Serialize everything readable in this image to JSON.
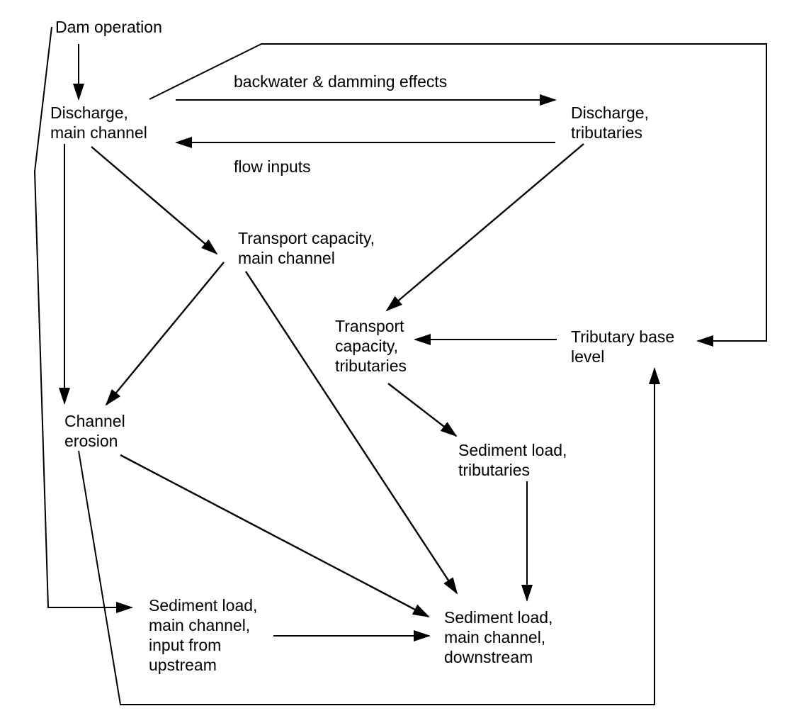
{
  "nodes": {
    "dam_operation": {
      "lines": [
        "Dam operation"
      ]
    },
    "discharge_main": {
      "lines": [
        "Discharge,",
        "main channel"
      ]
    },
    "discharge_trib": {
      "lines": [
        "Discharge,",
        "tributaries"
      ]
    },
    "transport_main": {
      "lines": [
        "Transport capacity,",
        "main channel"
      ]
    },
    "transport_trib": {
      "lines": [
        "Transport",
        "capacity,",
        "tributaries"
      ]
    },
    "trib_base": {
      "lines": [
        "Tributary base",
        "level"
      ]
    },
    "channel_erosion": {
      "lines": [
        "Channel",
        "erosion"
      ]
    },
    "sed_trib": {
      "lines": [
        "Sediment load,",
        "tributaries"
      ]
    },
    "sed_upstream": {
      "lines": [
        "Sediment load,",
        "main channel,",
        "input from",
        "upstream"
      ]
    },
    "sed_downstream": {
      "lines": [
        "Sediment load,",
        "main channel,",
        "downstream"
      ]
    }
  },
  "edge_labels": {
    "backwater": "backwater & damming effects",
    "flow_inputs": "flow inputs"
  },
  "colors": {
    "line": "#000000",
    "background": "#ffffff"
  }
}
